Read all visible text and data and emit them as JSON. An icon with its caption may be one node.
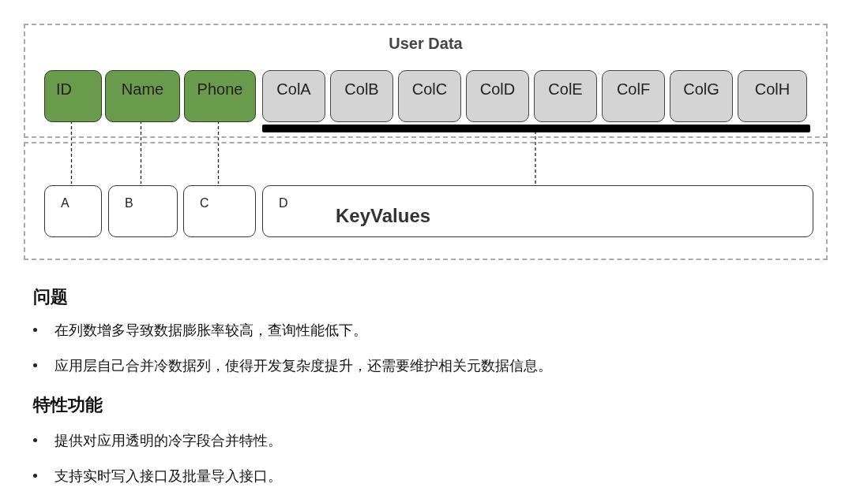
{
  "diagram": {
    "nodes": [
      {
        "text": [
          "User Data"
        ]
      },
      {
        "text": [
          "ID"
        ],
        "in": 0
      },
      {
        "text": [
          "Name"
        ],
        "in": 0
      },
      {
        "text": [
          "Phone"
        ],
        "in": 0
      },
      {
        "text": [
          "ColA"
        ],
        "in": 0
      },
      {
        "text": [
          "ColB"
        ],
        "in": 0
      },
      {
        "text": [
          "ColC"
        ],
        "in": 0
      },
      {
        "text": [
          "ColD"
        ],
        "in": 0
      },
      {
        "text": [
          "ColE"
        ],
        "in": 0
      },
      {
        "text": [
          "ColF"
        ],
        "in": 0
      },
      {
        "text": [
          "ColG"
        ],
        "in": 0
      },
      {
        "text": [
          "ColH"
        ],
        "in": 0
      },
      {
        "text": [],
        "shape": "bar",
        "in": 0
      },
      {
        "text": [],
        "shape": "box"
      },
      {
        "text": [
          "A"
        ],
        "in": 13
      },
      {
        "text": [
          "B"
        ],
        "in": 13
      },
      {
        "text": [
          "C"
        ],
        "in": 13
      },
      {
        "text": [
          "D",
          "KeyValues"
        ],
        "in": 13
      }
    ],
    "edges": [
      {
        "from": 1,
        "to": 14,
        "arrow": "none",
        "style": "dashed"
      },
      {
        "from": 2,
        "to": 15,
        "arrow": "none",
        "style": "dashed"
      },
      {
        "from": 3,
        "to": 16,
        "arrow": "none",
        "style": "dashed"
      },
      {
        "from": 12,
        "to": 17,
        "arrow": "none",
        "style": "dashed"
      }
    ],
    "labels": [
      "问题",
      "在列数增多导致数据膨胀率较高，查询性能低下。",
      "应用层自己合并冷数据列，使得开发复杂度提升，还需要维护相关元数据信息。",
      "特性功能",
      "提供对应用透明的冷字段合并特性。",
      "支持实时写入接口及批量导入接口。"
    ]
  }
}
